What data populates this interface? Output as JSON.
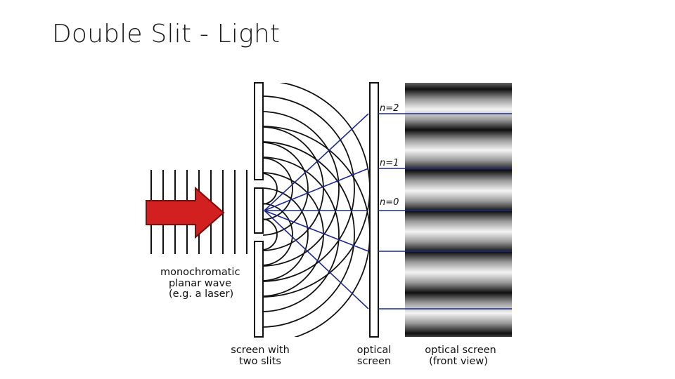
{
  "title": "Double Slit - Light",
  "labels": {
    "source": [
      "monochromatic",
      "planar wave",
      "(e.g. a laser)"
    ],
    "slit_screen": [
      "screen with",
      "two slits"
    ],
    "optical_screen": [
      "optical",
      "screen"
    ],
    "front_view": [
      "optical screen",
      "(front view)"
    ]
  },
  "orders": [
    "n=2",
    "n=1",
    "n=0"
  ],
  "colors": {
    "arrow": "#d21f1f",
    "rays": "#1c2a8c",
    "waves": "#111111"
  }
}
